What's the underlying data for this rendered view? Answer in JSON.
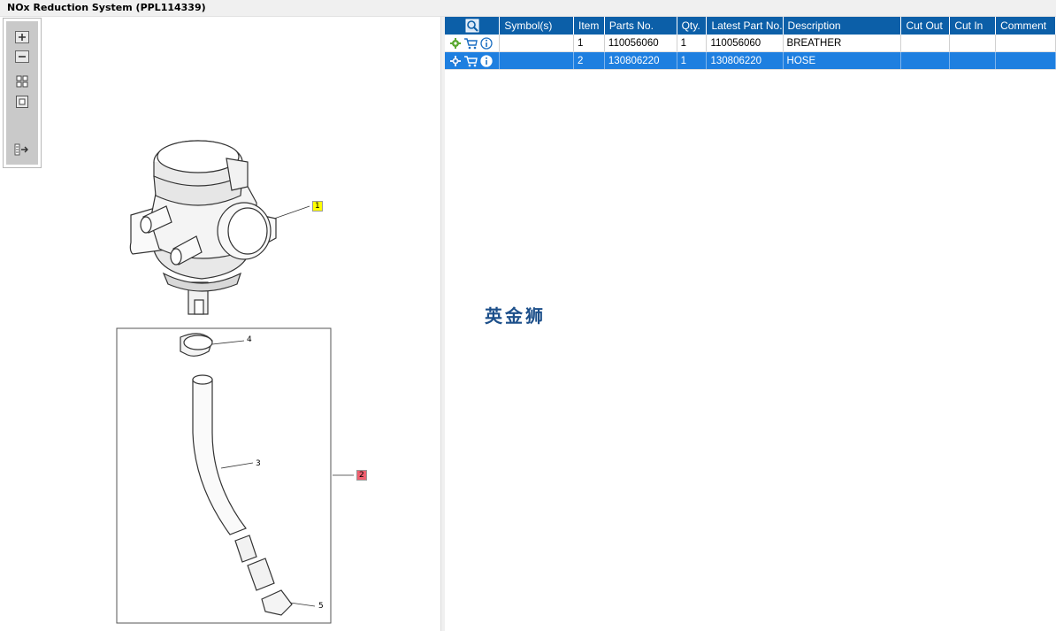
{
  "window": {
    "title": "NOx Reduction System (PPL114339)"
  },
  "toolbar": {
    "zoom_in_icon": "plus-icon",
    "zoom_out_icon": "minus-icon",
    "fit_icon": "grid-icon",
    "actual_size_icon": "square-icon",
    "export_icon": "list-export-icon"
  },
  "illustration": {
    "callouts": [
      {
        "label": "1",
        "highlight": "#ffff00"
      },
      {
        "label": "2",
        "highlight": "#f06070"
      },
      {
        "label": "3"
      },
      {
        "label": "4"
      },
      {
        "label": "5"
      }
    ]
  },
  "table": {
    "headers": [
      "",
      "Symbol(s)",
      "Item",
      "Parts No.",
      "Qty.",
      "Latest Part No.",
      "Description",
      "Cut Out",
      "Cut In",
      "Comment"
    ],
    "header_icon": "search-icon",
    "rows": [
      {
        "item": "1",
        "part_no": "110056060",
        "qty": "1",
        "latest_part_no": "110056060",
        "description": "BREATHER",
        "symbols": "",
        "cut_out": "",
        "cut_in": "",
        "comment": ""
      },
      {
        "item": "2",
        "part_no": "130806220",
        "qty": "1",
        "latest_part_no": "130806220",
        "description": "HOSE",
        "symbols": "",
        "cut_out": "",
        "cut_in": "",
        "comment": ""
      }
    ],
    "selected_row": 2
  },
  "watermark": "英金狮",
  "colors": {
    "header_bg": "#0c5fa8",
    "selected_bg": "#1e7fe0",
    "toolbox_bg": "#c9c9c9"
  }
}
